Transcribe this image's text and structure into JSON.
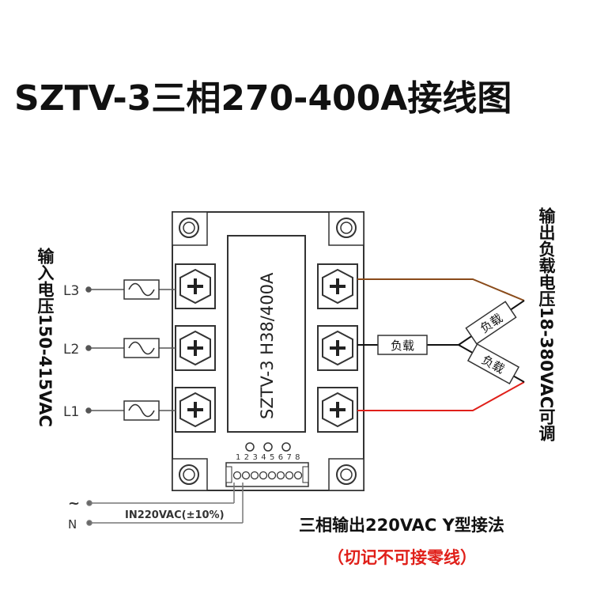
{
  "title": "SZTV-3三相270-400A接线图",
  "device": {
    "model_label": "SZTV-3 H38/400A",
    "pin_numbers": "1 2 3 4 5 6 7 8"
  },
  "input": {
    "side_label": "输入电压150-415VAC",
    "phases": [
      "L3",
      "L2",
      "L1"
    ]
  },
  "output": {
    "side_label": "输出负载电压18-380VAC可调",
    "load_label": "负载"
  },
  "control": {
    "tilde": "~",
    "neutral": "N",
    "supply_label": "IN220VAC(±10%)"
  },
  "notes": {
    "connection": "三相输出220VAC  Y型接法",
    "warning": "（切记不可接零线）",
    "warning_color": "#e0201a"
  },
  "colors": {
    "wire_top": "#8a4b1a",
    "wire_mid": "#111111",
    "wire_bottom": "#e0201a"
  }
}
